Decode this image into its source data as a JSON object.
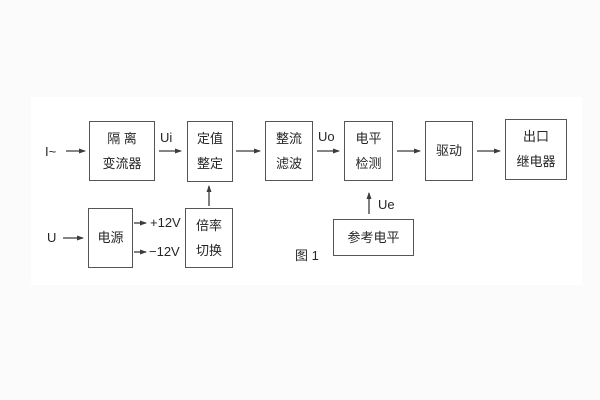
{
  "figure": {
    "caption": "图 1"
  },
  "blocks": {
    "isolation": {
      "line1": "隔 离",
      "line2": "变流器"
    },
    "setting": {
      "line1": "定值",
      "line2": "整定"
    },
    "rectifier": {
      "line1": "整流",
      "line2": "滤波"
    },
    "level": {
      "line1": "电平",
      "line2": "检测"
    },
    "drive": {
      "line1": "驱动"
    },
    "output": {
      "line1": "出口",
      "line2": "继电器"
    },
    "power": {
      "line1": "电源"
    },
    "multiplier": {
      "line1": "倍率",
      "line2": "切换"
    },
    "reference": {
      "line1": "参考电平"
    }
  },
  "labels": {
    "input_current": "I~",
    "input_voltage": "U",
    "ui": "Ui",
    "uo": "Uo",
    "ue": "Ue",
    "plus_12v": "+12V",
    "minus_12v": "−12V"
  },
  "colors": {
    "background": "#fbfbfb",
    "panel": "#ffffff",
    "line": "#3c3c3c",
    "text": "#262626"
  }
}
